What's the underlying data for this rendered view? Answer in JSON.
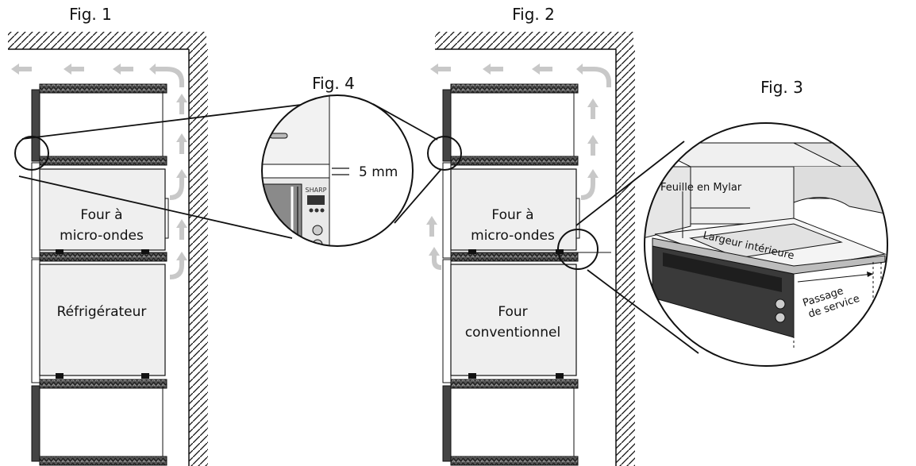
{
  "figures": {
    "fig1": "Fig. 1",
    "fig2": "Fig. 2",
    "fig3": "Fig. 3",
    "fig4": "Fig. 4"
  },
  "fig1": {
    "microwave_line1": "Four à",
    "microwave_line2": "micro-ondes",
    "fridge": "Réfrigérateur"
  },
  "fig2": {
    "microwave_line1": "Four à",
    "microwave_line2": "micro-ondes",
    "oven_line1": "Four",
    "oven_line2": "conventionnel"
  },
  "fig3": {
    "mylar": "Feuille en Mylar",
    "width": "Largeur intérieure",
    "service_line1": "Passage",
    "service_line2": "de service"
  },
  "fig4": {
    "gap": "5 mm",
    "brand": "SHARP"
  },
  "colors": {
    "arrow": "#c8c8c8",
    "cabinet_fill": "#efefef",
    "oven_dark": "#3a3a3a",
    "stroke": "#111111"
  }
}
